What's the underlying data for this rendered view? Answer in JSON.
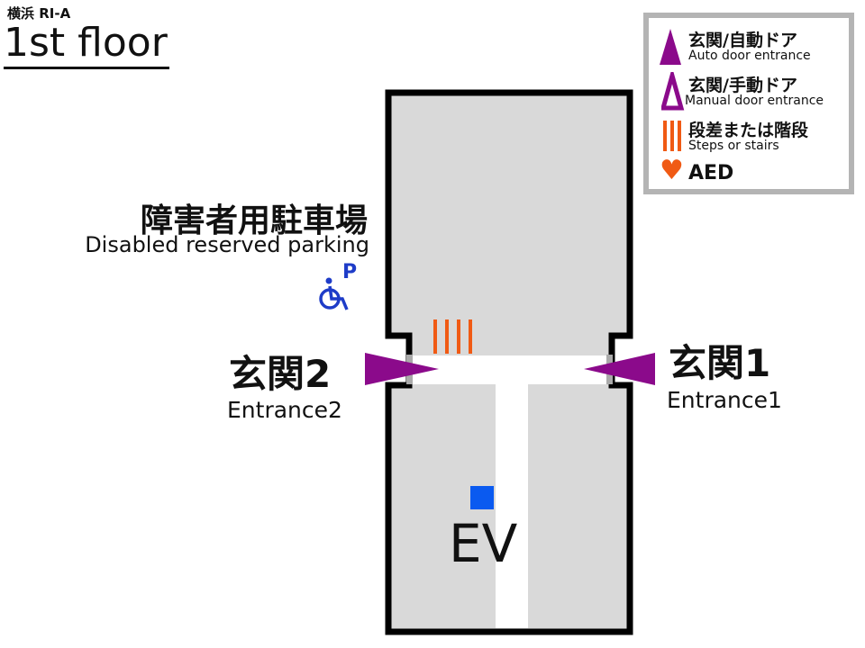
{
  "header": {
    "subtitle": "横浜 RI-A",
    "title": "1st floor"
  },
  "parking": {
    "label_jp": "障害者用駐車場",
    "label_en": "Disabled reserved parking",
    "icon": "wheelchair-parking-icon",
    "icon_letter": "P"
  },
  "entrance1": {
    "label_jp": "玄関1",
    "label_en": "Entrance1"
  },
  "entrance2": {
    "label_jp": "玄関2",
    "label_en": "Entrance2"
  },
  "elevator": {
    "label": "EV"
  },
  "legend": {
    "auto_door": {
      "jp": "玄関/自動ドア",
      "en": "Auto door entrance"
    },
    "manual_door": {
      "jp": "玄関/手動ドア",
      "en": "Manual door entrance"
    },
    "steps": {
      "jp": "段差または階段",
      "en": "Steps or stairs"
    },
    "aed": {
      "label": "AED"
    }
  },
  "colors": {
    "door_arrow": "#8b0a8b",
    "steps": "#f05a14",
    "aed": "#f05a14",
    "elevator": "#0a5af0",
    "accessible": "#1e3cc8",
    "floor": "#d9d9d9",
    "legend_border": "#b4b4b4"
  }
}
